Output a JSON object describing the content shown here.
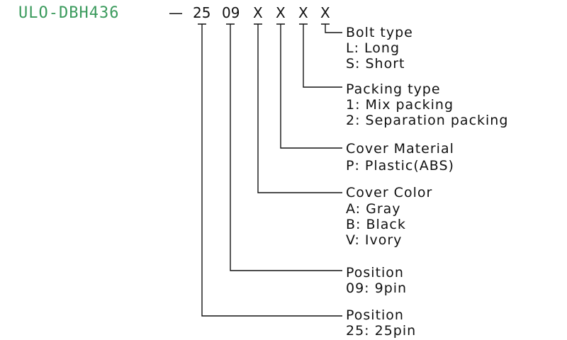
{
  "diagram": {
    "prefix": "ULO-DBH436",
    "dash": "—",
    "prefix_color": "#3a9a5c",
    "line_color": "#111111",
    "codes": [
      "25",
      "09",
      "X",
      "X",
      "X",
      "X"
    ],
    "groups": [
      {
        "title": "Bolt type",
        "lines": [
          "L: Long",
          "S: Short"
        ]
      },
      {
        "title": "Packing type",
        "lines": [
          "1: Mix packing",
          "2: Separation packing"
        ]
      },
      {
        "title": "Cover Material",
        "lines": [
          "P: Plastic(ABS)"
        ]
      },
      {
        "title": "Cover Color",
        "lines": [
          "A: Gray",
          "B: Black",
          "V: Ivory"
        ]
      },
      {
        "title": "Position",
        "lines": [
          "09: 9pin"
        ]
      },
      {
        "title": "Position",
        "lines": [
          "25: 25pin"
        ]
      }
    ]
  }
}
